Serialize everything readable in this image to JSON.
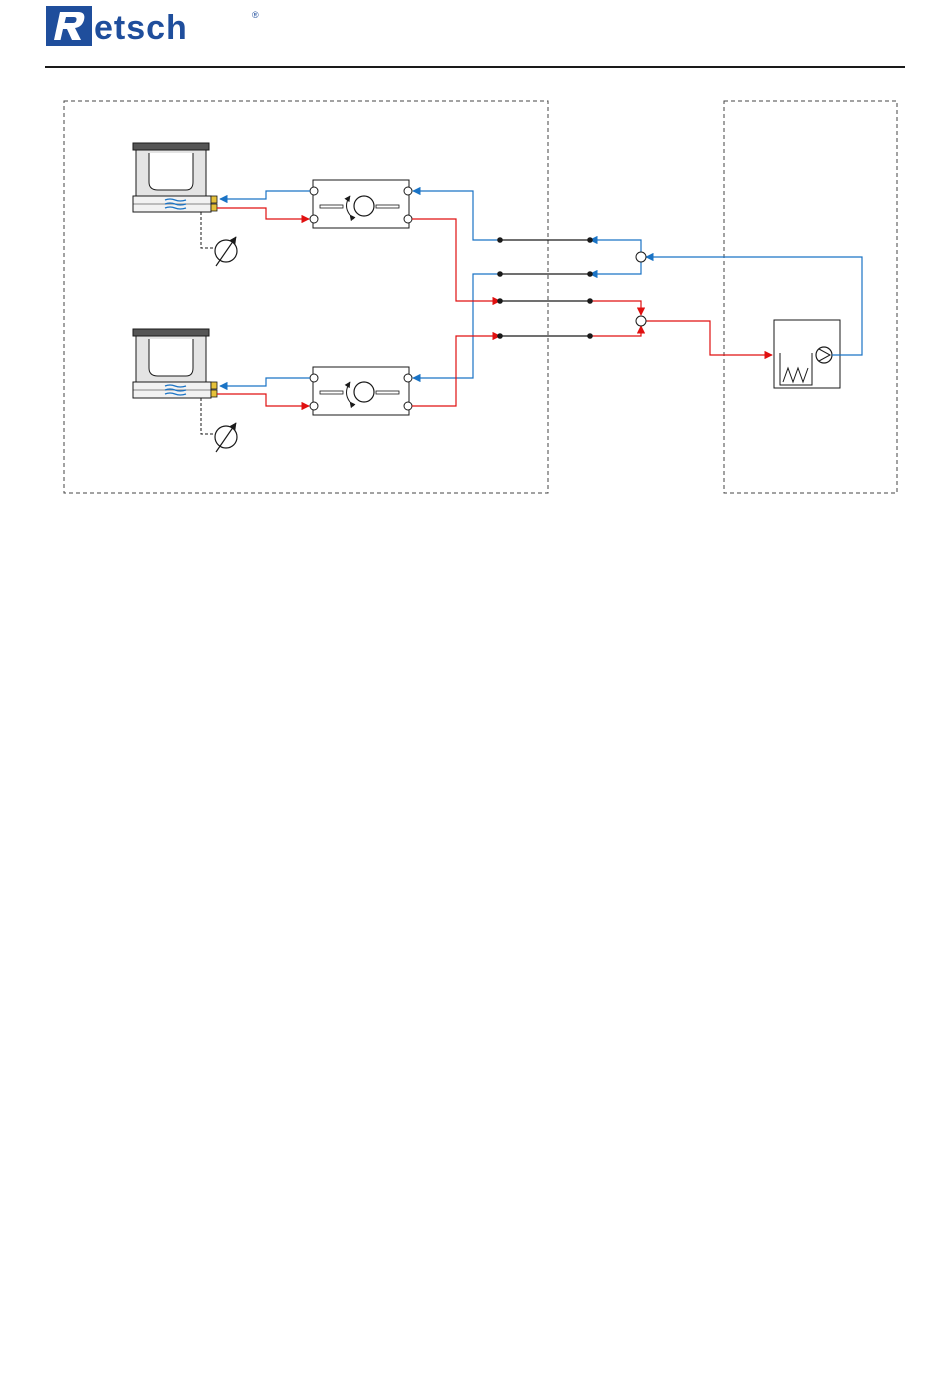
{
  "header": {
    "brand": "Retsch",
    "registered_mark": "®"
  },
  "colors": {
    "brand_blue": "#1f4e9c",
    "supply_line": "#1a73c5",
    "return_line": "#e01010",
    "outline": "#1a1a1a",
    "boundary": "#444444"
  },
  "diagram": {
    "devices": [
      {
        "kind": "grinding-jar-holder",
        "icon": "jar-holder-icon"
      },
      {
        "kind": "grinding-jar-holder",
        "icon": "jar-holder-icon"
      },
      {
        "kind": "three-way-valve",
        "icon": "valve-icon"
      },
      {
        "kind": "three-way-valve",
        "icon": "valve-icon"
      },
      {
        "kind": "temperature-sensor",
        "icon": "gauge-icon"
      },
      {
        "kind": "temperature-sensor",
        "icon": "gauge-icon"
      },
      {
        "kind": "circulation-chiller",
        "icon": "chiller-pump-icon"
      }
    ],
    "lines": [
      "supply",
      "return",
      "signal"
    ]
  }
}
